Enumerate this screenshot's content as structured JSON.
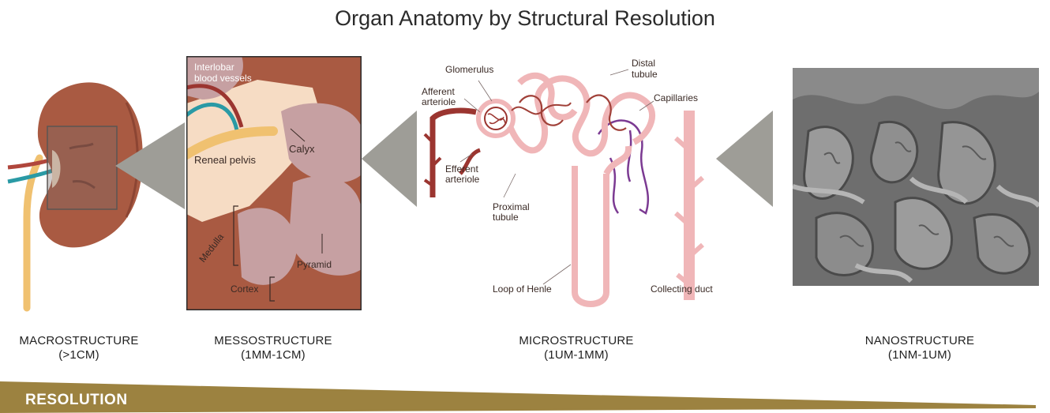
{
  "title": "Organ Anatomy by Structural Resolution",
  "stages": [
    {
      "name": "MACROSTRUCTURE",
      "range": "(>1CM)"
    },
    {
      "name": "MESSOSTRUCTURE",
      "range": "(1MM-1CM)"
    },
    {
      "name": "MICROSTRUCTURE",
      "range": "(1UM-1MM)"
    },
    {
      "name": "NANOSTRUCTURE",
      "range": "(1NM-1UM)"
    }
  ],
  "meso_labels": {
    "vessels_1": "Interlobar",
    "vessels_2": "blood vessels",
    "pelvis": "Reneal pelvis",
    "calyx": "Calyx",
    "medulla": "Medulla",
    "pyramid": "Pyramid",
    "cortex": "Cortex"
  },
  "micro_labels": {
    "glomerulus": "Glomerulus",
    "afferent_1": "Afferent",
    "afferent_2": "arteriole",
    "efferent_1": "Efferent",
    "efferent_2": "arteriole",
    "distal_1": "Distal",
    "distal_2": "tubule",
    "capillaries": "Capillaries",
    "proximal_1": "Proximal",
    "proximal_2": "tubule",
    "loop": "Loop of Henle",
    "collecting": "Collecting duct"
  },
  "resolution_label": "RESOLUTION",
  "colors": {
    "kidney": "#a95a42",
    "kidney_dark": "#8c4533",
    "pelvis": "#f6dcc4",
    "pyramid": "#c6a0a2",
    "artery_red": "#9b3530",
    "tubule_pink": "#f0b6b8",
    "capillary_purple": "#7b3a92",
    "vessel_teal": "#2a9aa5",
    "ureter_yellow": "#f0c170",
    "arrow_gray": "#9e9d97",
    "resolution_bar": "#9c8240"
  }
}
